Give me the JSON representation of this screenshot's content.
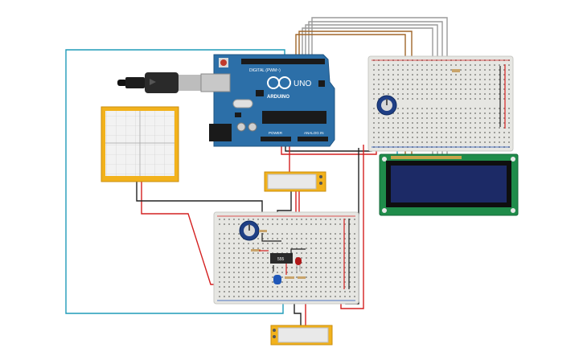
{
  "arduino": {
    "brand": "ARDUINO",
    "model": "UNO",
    "digital_label": "DIGITAL (PWM~)",
    "analog_label": "ANALOG IN",
    "power_label": "POWER"
  },
  "timer_chip": {
    "label": "555"
  },
  "colors": {
    "arduino_board": "#2c6fa8",
    "breadboard": "#e6e6e2",
    "lcd_board": "#1f8c4a",
    "lcd_screen": "#1c2a66",
    "oscilloscope_frame": "#f2b21c",
    "wire_red": "#d42020",
    "wire_black": "#222222",
    "wire_cyan": "#1e9bb8",
    "wire_brown": "#a0672a",
    "wire_gray": "#9a9a9a"
  }
}
